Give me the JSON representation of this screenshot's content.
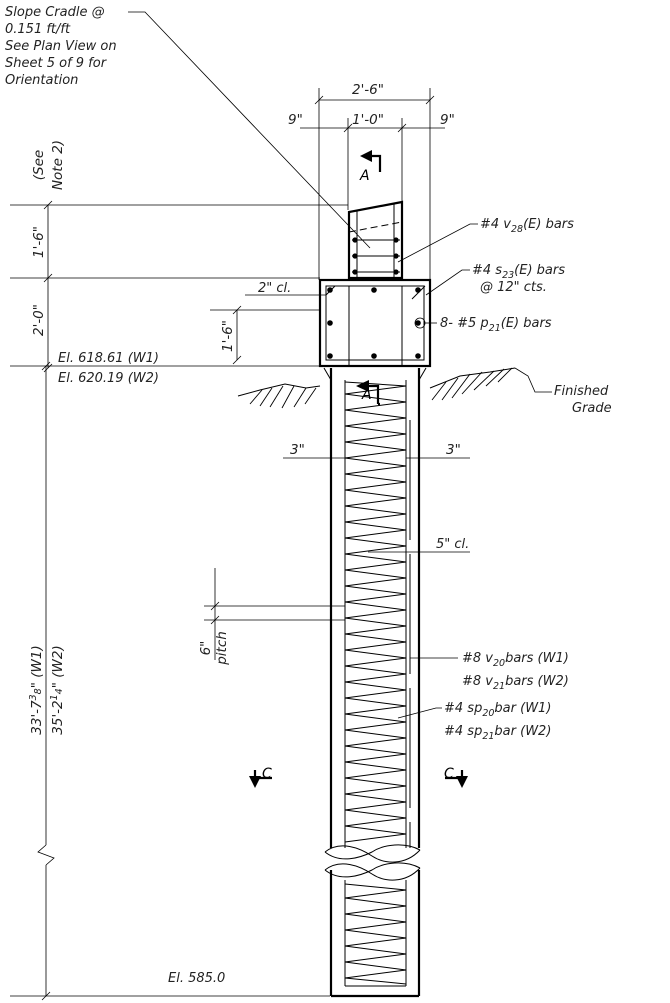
{
  "callouts": {
    "slope_cradle_1": "Slope Cradle @",
    "slope_cradle_2": "0.151 ft/ft",
    "slope_cradle_3": "See Plan View on",
    "slope_cradle_4": "Sheet 5 of 9 for",
    "slope_cradle_5": "Orientation",
    "v28_pre": "#4 v",
    "v28_sub": "28",
    "v28_post": "(E) bars",
    "s23_pre": "#4 s",
    "s23_sub": "23",
    "s23_post": "(E) bars",
    "s23_spacing": "@ 12\" cts.",
    "p21_pre": "8- #5 p",
    "p21_sub": "21",
    "p21_post": "(E) bars",
    "finished_grade_1": "Finished",
    "finished_grade_2": "Grade",
    "clear_5": "5\" cl.",
    "clear_2": "2\" cl.",
    "v20_pre": "#8 v",
    "v20_sub": "20",
    "v20_post": "bars (W1)",
    "v21_pre": "#8 v",
    "v21_sub": "21",
    "v21_post": "bars (W2)",
    "sp20_pre": "#4 sp",
    "sp20_sub": "20",
    "sp20_post": "bar (W1)",
    "sp21_pre": "#4 sp",
    "sp21_sub": "21",
    "sp21_post": "bar (W2)"
  },
  "dimensions": {
    "overall_width": "2'-6\"",
    "inner_width": "1'-0\"",
    "left_offset": "9\"",
    "right_offset": "9\"",
    "see_note": "(See",
    "see_note_2": "Note 2)",
    "cradle_height": "1'-6\"",
    "cap_height": "2'-0\"",
    "inner_cap_height": "1'-6\"",
    "cover_left": "3\"",
    "cover_right": "3\"",
    "pitch_val": "6\"",
    "pitch_word": "pitch",
    "shaft_w1_a": "33'-7",
    "shaft_w1_b": "3",
    "shaft_w1_c": "8",
    "shaft_w1_d": "\" (W1)",
    "shaft_w2_a": "35'-2",
    "shaft_w2_b": "1",
    "shaft_w2_c": "4",
    "shaft_w2_d": "\" (W2)"
  },
  "elevations": {
    "w1": "El. 618.61 (W1)",
    "w2": "El. 620.19 (W2)",
    "bottom": "El. 585.0"
  },
  "section_marks": {
    "a_top": "A",
    "a_mid": "A",
    "c_left": "C",
    "c_right": "C"
  }
}
